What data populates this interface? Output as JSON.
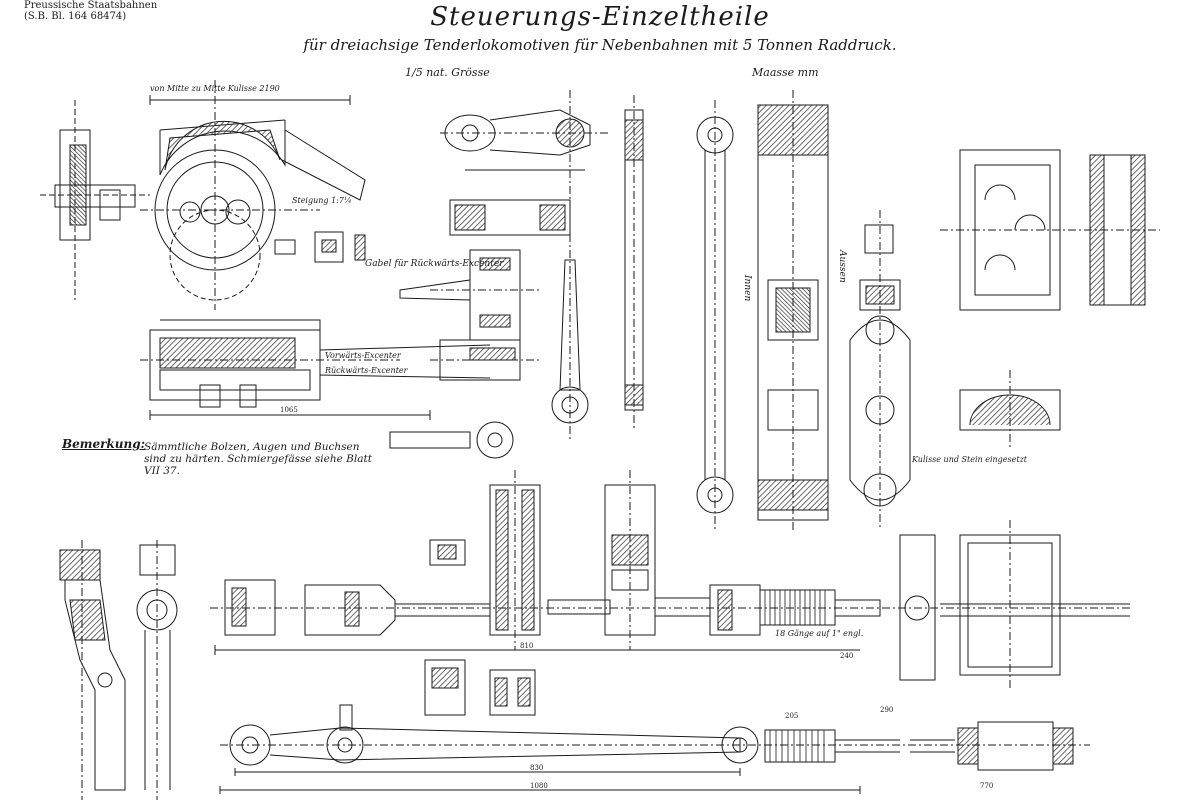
{
  "sheet": {
    "title": "Steuerungs-Einzeltheile",
    "subtitle": "für dreiachsige Tenderlokomotiven für Nebenbahnen mit 5 Tonnen Raddruck.",
    "corner_ref_1": "Preussische Staatsbahnen",
    "corner_ref_2": "(S.B. Bl. 164 68474)",
    "scale": "1/5 nat. Grösse",
    "units": "Maasse mm",
    "note_heading": "Bemerkung:",
    "note_text": "Sämmtliche Bolzen, Augen und Buchsen sind zu härten. Schmiergefässe siehe Blatt VII 37."
  },
  "labels": {
    "center_distance": "von Mitte zu Mitte Kulisse 2190",
    "gradient": "Steigung 1:7¼",
    "fork_backward": "Gabel für Rückwärts-Excenter",
    "eccentric_forward": "Vorwärts-Excenter",
    "eccentric_backward": "Rückwärts-Excenter",
    "inside": "Innen",
    "outside": "Aussen",
    "bushing": "Kulisse und Stein eingesetzt",
    "thread": "18 Gänge auf 1\" engl."
  },
  "dimensions": {
    "d1": "1065",
    "d2": "810",
    "d3": "240",
    "d4": "1080",
    "d5": "830",
    "d6": "770",
    "d7": "205",
    "d8": "290"
  },
  "colors": {
    "ink": "#1b1b1b",
    "hatch": "#555555",
    "paper": "#ffffff"
  }
}
